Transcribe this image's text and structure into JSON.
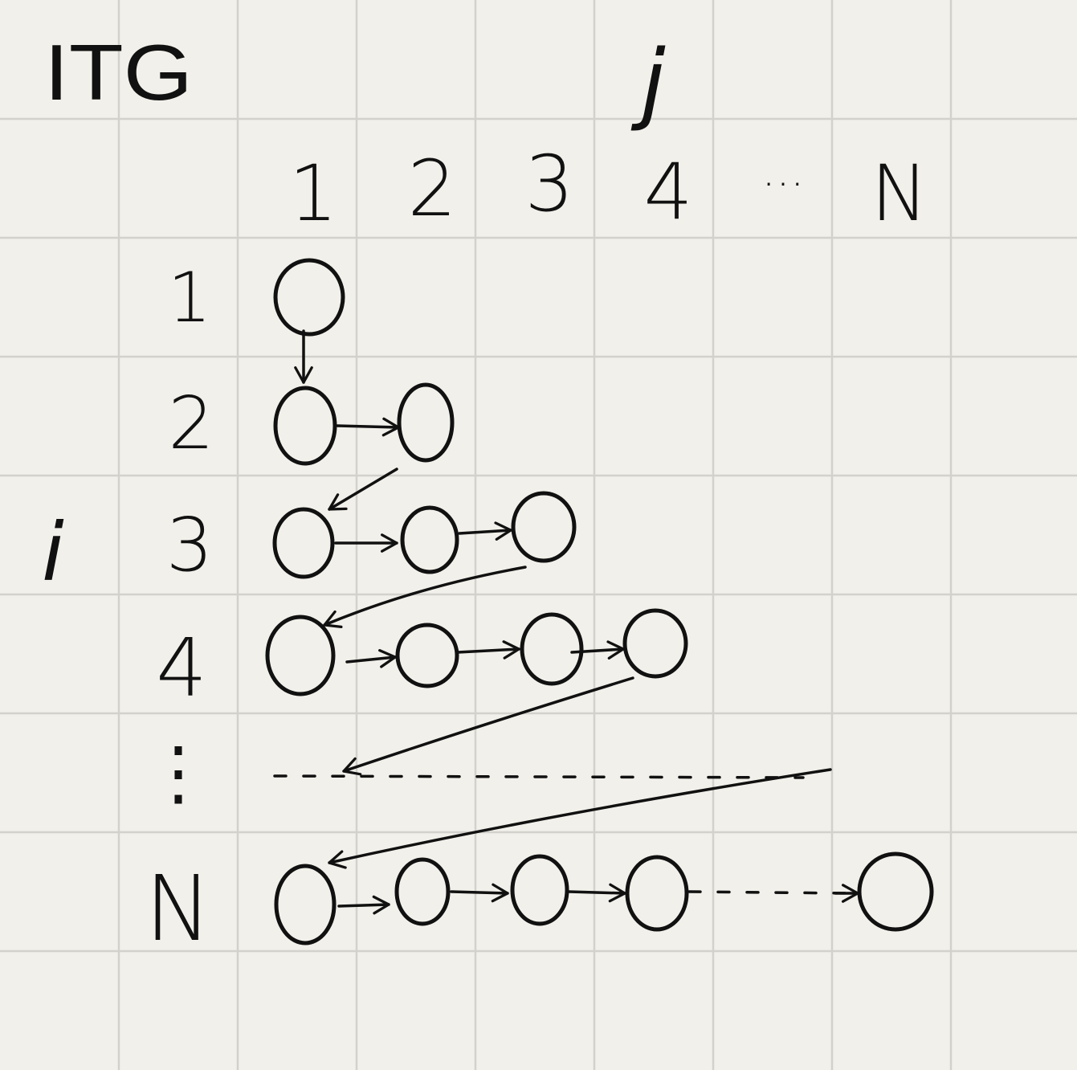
{
  "title": "ITG",
  "col_axis_label": "j",
  "row_axis_label": "i",
  "col_labels": [
    "1",
    "2",
    "3",
    "4",
    "···",
    "N"
  ],
  "row_labels": [
    "1",
    "2",
    "3",
    "4",
    "⋮",
    "N"
  ]
}
